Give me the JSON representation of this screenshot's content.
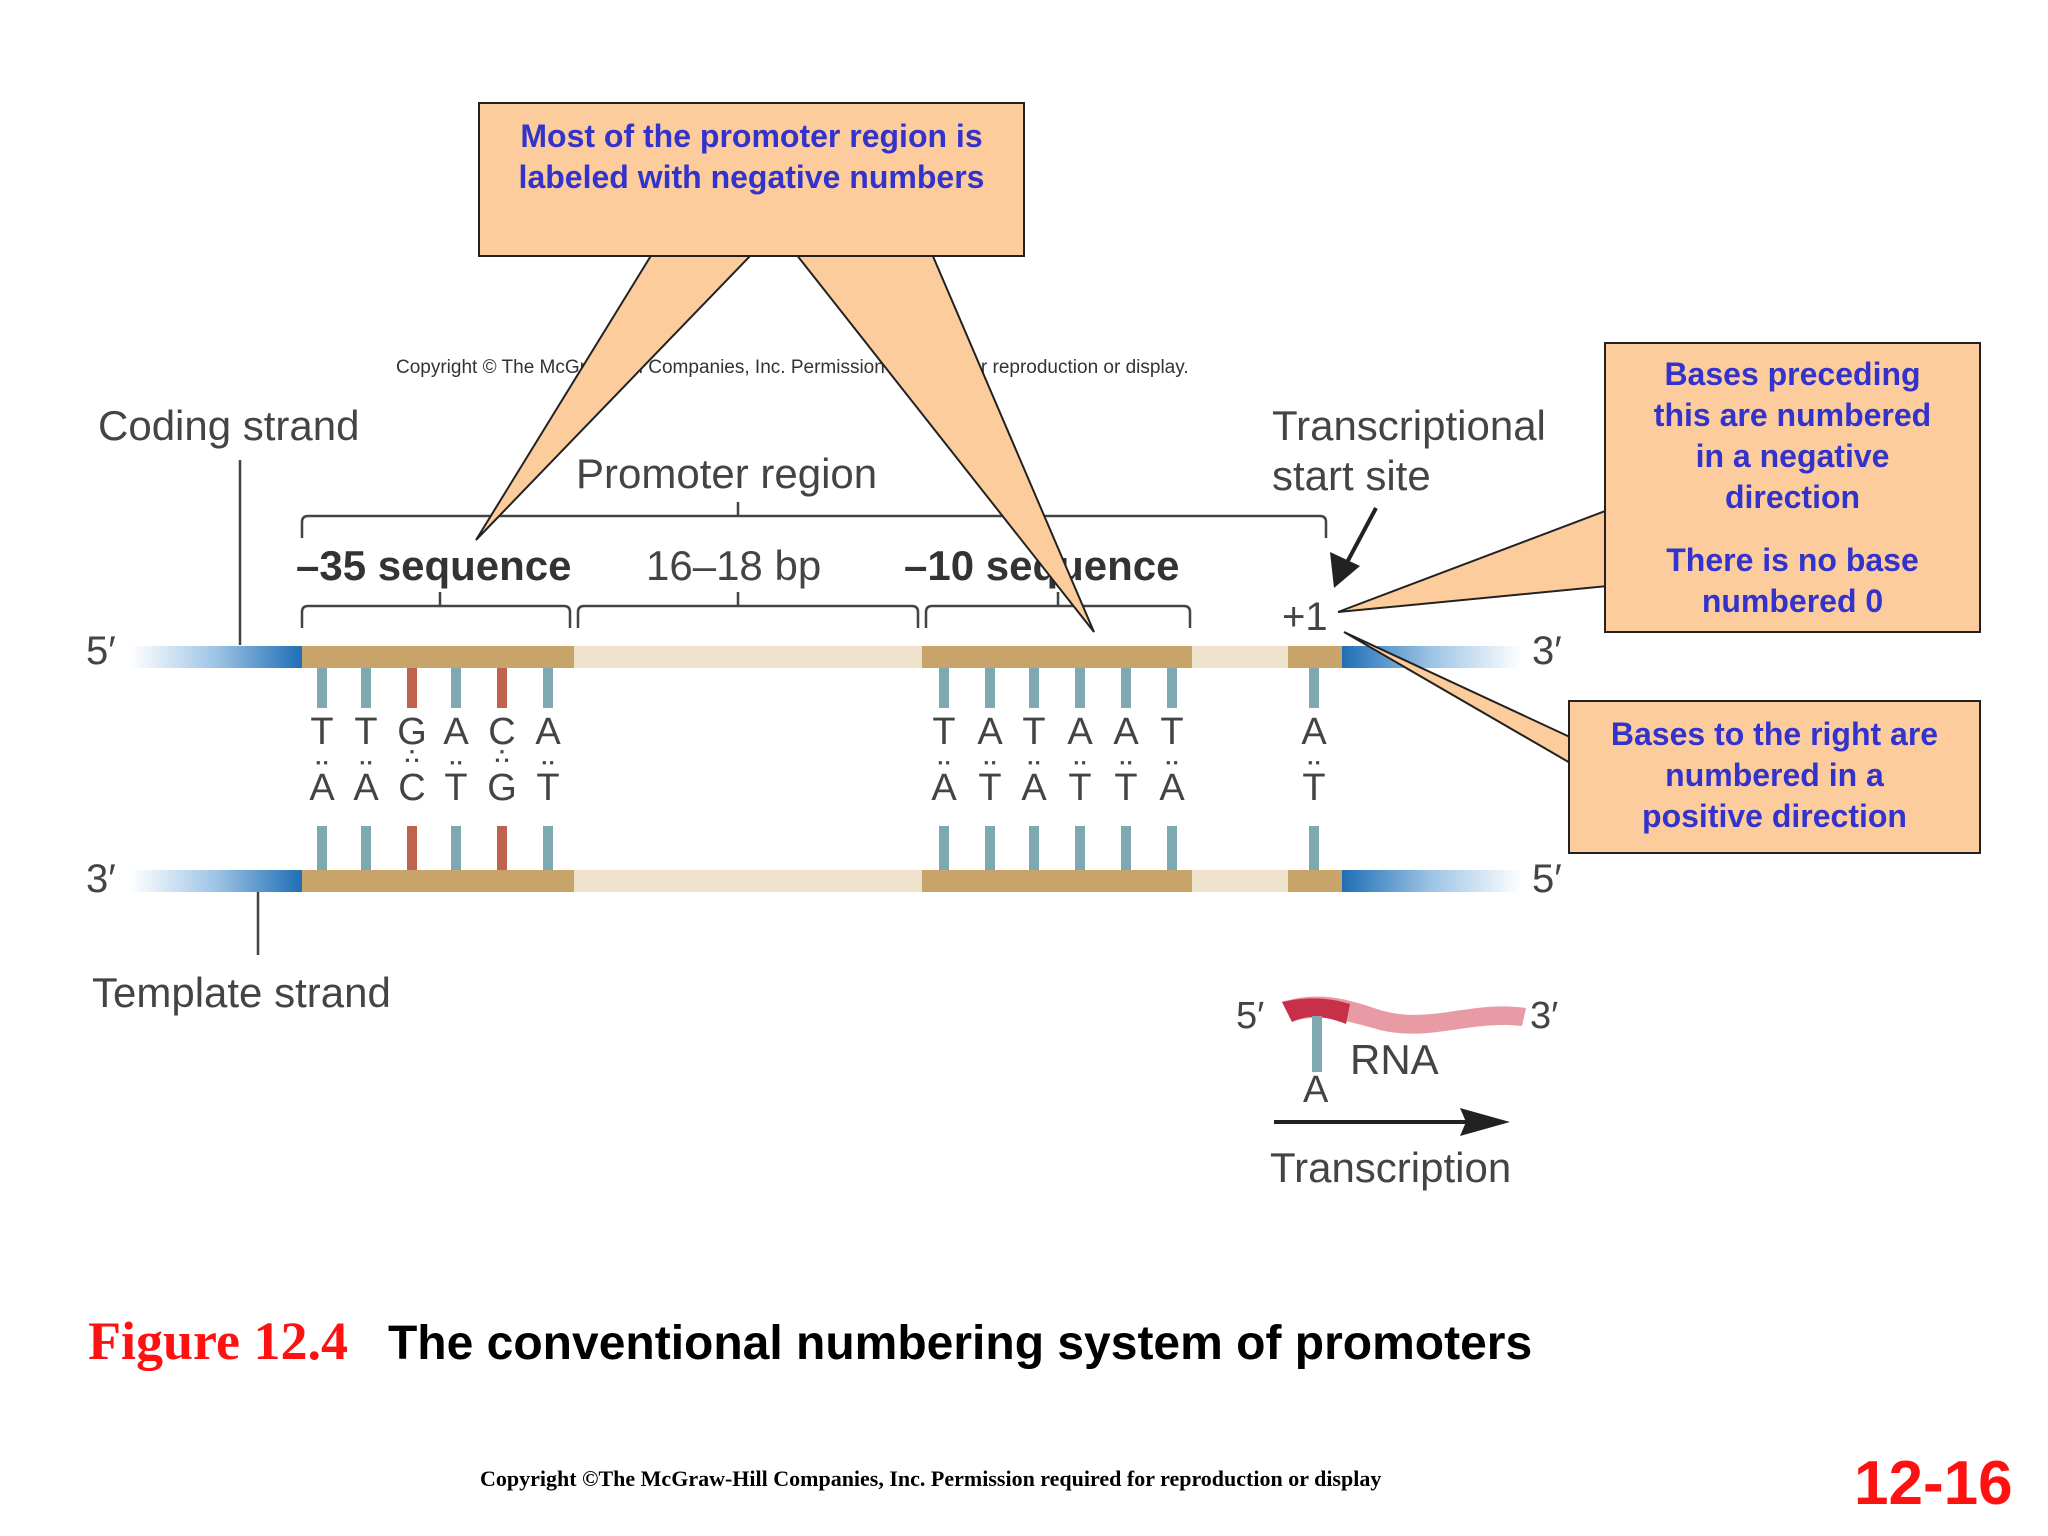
{
  "figure": {
    "copyright_small": "Copyright © The McGraw-Hill Companies, Inc. Permission required for reproduction or display.",
    "coding_strand_label": "Coding strand",
    "template_strand_label": "Template strand",
    "promoter_region_label": "Promoter region",
    "minus35_label": "–35 sequence",
    "spacer_label": "16–18 bp",
    "minus10_label": "–10 sequence",
    "tss_label_line1": "Transcriptional",
    "tss_label_line2": "start site",
    "plus1_label": "+1",
    "five_prime_top": "5′",
    "three_prime_top": "3′",
    "three_prime_bottom": "3′",
    "five_prime_bottom": "5′",
    "minus35_pairs": [
      {
        "top": "T",
        "bottom": "A",
        "bonds": "2"
      },
      {
        "top": "T",
        "bottom": "A",
        "bonds": "2"
      },
      {
        "top": "G",
        "bottom": "C",
        "bonds": "3"
      },
      {
        "top": "A",
        "bottom": "T",
        "bonds": "2"
      },
      {
        "top": "C",
        "bottom": "G",
        "bonds": "3"
      },
      {
        "top": "A",
        "bottom": "T",
        "bonds": "2"
      }
    ],
    "minus10_pairs": [
      {
        "top": "T",
        "bottom": "A",
        "bonds": "2"
      },
      {
        "top": "A",
        "bottom": "T",
        "bonds": "2"
      },
      {
        "top": "T",
        "bottom": "A",
        "bonds": "2"
      },
      {
        "top": "A",
        "bottom": "T",
        "bonds": "2"
      },
      {
        "top": "A",
        "bottom": "T",
        "bonds": "2"
      },
      {
        "top": "T",
        "bottom": "A",
        "bonds": "2"
      }
    ],
    "start_pair": {
      "top": "A",
      "bottom": "T",
      "bonds": "2"
    },
    "rna_five": "5′",
    "rna_three": "3′",
    "rna_label": "RNA",
    "rna_base": "A",
    "transcription_label": "Transcription",
    "colors": {
      "strand_blue": "#3a7fc0",
      "box_tan": "#c8a46a",
      "spacer_beige": "#eee2cc",
      "base_teal": "#7fa9b0",
      "base_red": "#c0634e",
      "rna_red": "#c8304a"
    }
  },
  "callouts": {
    "top": {
      "line1": "Most of the promoter region is",
      "line2": "labeled with negative numbers"
    },
    "right1": {
      "line1": "Bases preceding",
      "line2": "this are numbered",
      "line3": "in a negative",
      "line4": "direction",
      "line5": "There is no base",
      "line6": "numbered 0"
    },
    "right2": {
      "line1": "Bases to the right are",
      "line2": "numbered in a",
      "line3": "positive direction"
    }
  },
  "caption": {
    "figure_number": "Figure 12.4",
    "title": "The conventional numbering system of promoters"
  },
  "footer": {
    "copyright": "Copyright ©The McGraw-Hill Companies, Inc. Permission required for reproduction or display",
    "slide_number": "12-16"
  }
}
